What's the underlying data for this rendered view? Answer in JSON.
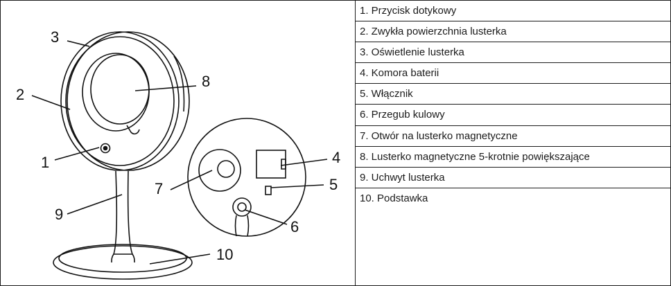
{
  "callout_numbers": [
    "1",
    "2",
    "3",
    "4",
    "5",
    "6",
    "7",
    "8",
    "9",
    "10"
  ],
  "legend": [
    "1. Przycisk dotykowy",
    "2. Zwykła powierzchnia lusterka",
    "3. Oświetlenie lusterka",
    "4. Komora baterii",
    "5. Włącznik",
    "6. Przegub kulowy",
    "7. Otwór na lusterko magnetyczne",
    "8. Lusterko magnetyczne 5-krotnie powiększające",
    "9. Uchwyt lusterka",
    "10. Podstawka"
  ]
}
